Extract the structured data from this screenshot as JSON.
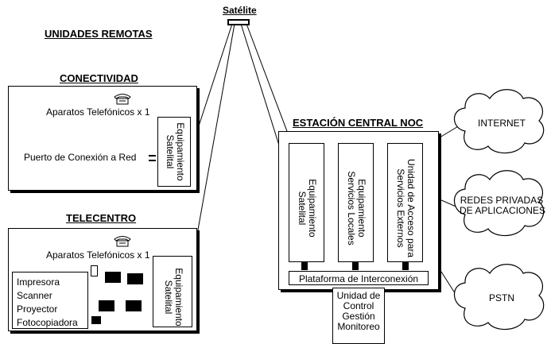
{
  "satellite": {
    "label": "Satélite"
  },
  "remote_units": {
    "title": "UNIDADES REMOTAS"
  },
  "connectivity": {
    "title": "CONECTIVIDAD",
    "phones": "Aparatos Telefónicos x 1",
    "network_port": "Puerto de Conexión a Red",
    "sat_equipment": "Equipamiento\nSatelital"
  },
  "telecenter": {
    "title": "TELECENTRO",
    "phones": "Aparatos Telefónicos x 1",
    "devices": [
      "Impresora",
      "Scanner",
      "Proyector",
      "Fotocopiadora"
    ],
    "sat_equipment": "Equipamiento\nSatelital"
  },
  "noc": {
    "title": "ESTACIÓN CENTRAL NOC",
    "modules": [
      "Equipamiento\nSatelital",
      "Equipamiento\nServicios Locales",
      "Unidad de Acceso para\nServicios Externos"
    ],
    "platform": "Plataforma de Interconexión",
    "control_unit": "Unidad de\nControl\nGestión\nMonitoreo"
  },
  "clouds": [
    {
      "label": "INTERNET"
    },
    {
      "label": "REDES PRIVADAS\nDE APLICACIONES"
    },
    {
      "label": "PSTN"
    }
  ]
}
